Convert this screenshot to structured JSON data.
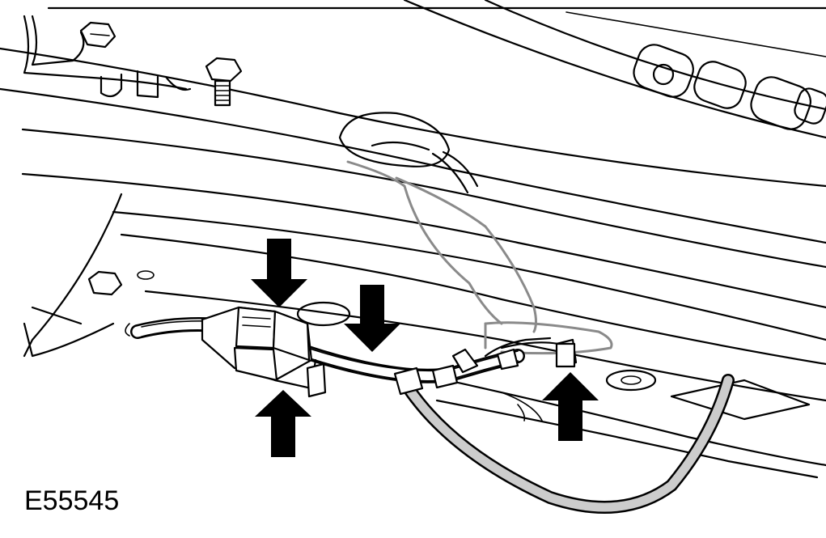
{
  "figure": {
    "id_label": "E55545"
  },
  "arrows": [
    {
      "name": "arrow-down-connector",
      "direction": "down"
    },
    {
      "name": "arrow-down-harness",
      "direction": "down"
    },
    {
      "name": "arrow-up-connector",
      "direction": "up"
    },
    {
      "name": "arrow-up-clip",
      "direction": "up"
    }
  ],
  "colors": {
    "line": "#000000",
    "hidden_line": "#8a8a8a",
    "cable_fill": "#cccccc",
    "background": "#ffffff"
  }
}
